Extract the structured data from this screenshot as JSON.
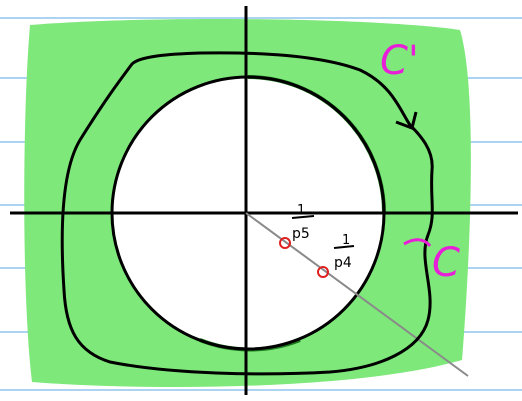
{
  "labels": {
    "outer_contour": "C'",
    "inner_contour": "C",
    "point_a_numerator": "1",
    "point_a_denominator": "p5",
    "point_b_numerator": "1",
    "point_b_denominator": "p4"
  },
  "colors": {
    "region_fill": "#7ee87a",
    "circle_stroke": "#000000",
    "green_arc": "#1e7a1e",
    "axis": "#000000",
    "ray": "#8a8a8a",
    "point": "#e02020",
    "label_magenta": "#e81ed8",
    "ruled_line": "#5aa8e6",
    "ink": "#000000"
  }
}
